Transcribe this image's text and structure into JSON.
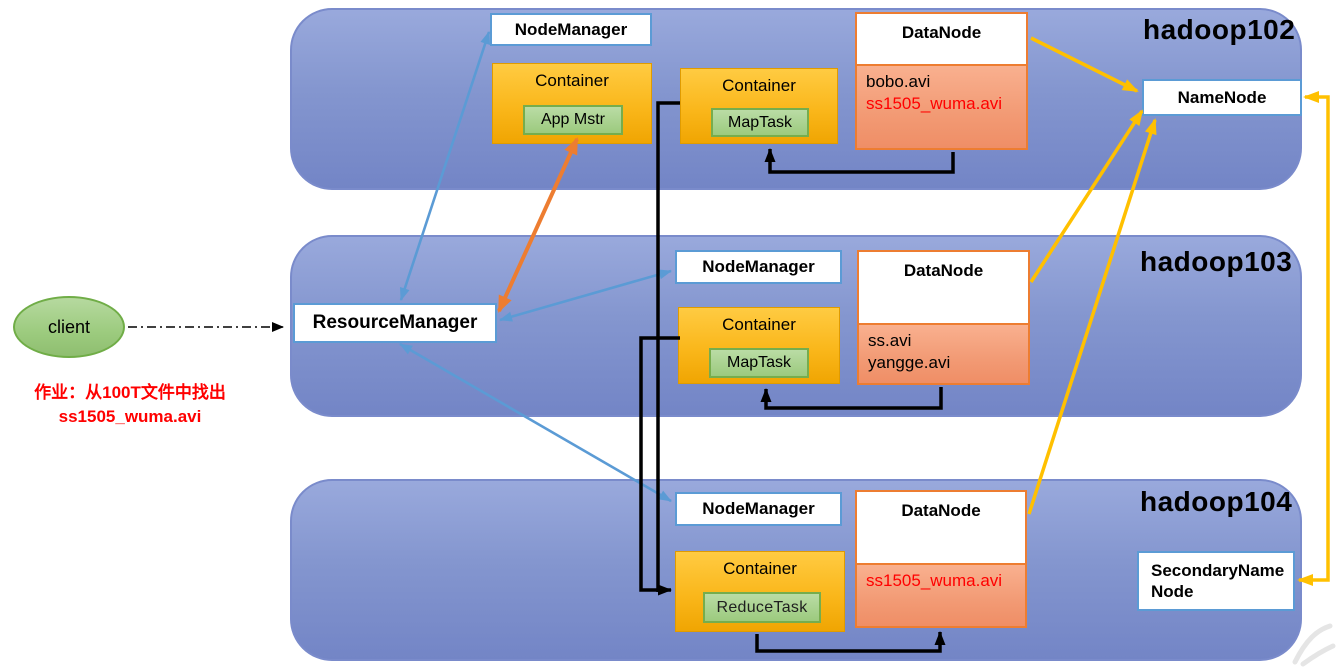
{
  "client": {
    "label": "client"
  },
  "job_note": {
    "line1": "作业：从100T文件中找出",
    "line2": "ss1505_wuma.avi"
  },
  "resource_manager": {
    "label": "ResourceManager"
  },
  "hadoop102": {
    "title": "hadoop102",
    "nodemanager_label": "NodeManager",
    "container_appmstr": {
      "title": "Container",
      "task": "App Mstr"
    },
    "container_map": {
      "title": "Container",
      "task": "MapTask"
    },
    "datanode": {
      "title": "DataNode",
      "file1": "bobo.avi",
      "file2_red": "ss1505_wuma.avi"
    },
    "namenode_label": "NameNode"
  },
  "hadoop103": {
    "title": "hadoop103",
    "nodemanager_label": "NodeManager",
    "container_map": {
      "title": "Container",
      "task": "MapTask"
    },
    "datanode": {
      "title": "DataNode",
      "file1": "ss.avi",
      "file2": "yangge.avi"
    }
  },
  "hadoop104": {
    "title": "hadoop104",
    "nodemanager_label": "NodeManager",
    "container_reduce": {
      "title": "Container",
      "task": "ReduceTask"
    },
    "datanode": {
      "title": "DataNode",
      "file1_red": "ss1505_wuma.avi"
    },
    "secondary_namenode_label": "SecondaryNameNode"
  },
  "colors": {
    "host_fill_top": "#99A9DC",
    "host_fill_bottom": "#7385C6",
    "host_border": "#7A8BCB",
    "white_box_border": "#5B9BD5",
    "container_fill": "#FFC000",
    "task_fill": "#A9D18E",
    "task_border": "#76AD4D",
    "datanode_fill": "#F4A17C",
    "datanode_border": "#ED7D31",
    "client_fill": "#A9D18E",
    "client_border": "#70AD47",
    "highlight_text": "#FF0000",
    "arrow_blue": "#5B9BD5",
    "arrow_yellow": "#FFC000",
    "arrow_orange": "#ED7D31",
    "arrow_black": "#000000"
  }
}
